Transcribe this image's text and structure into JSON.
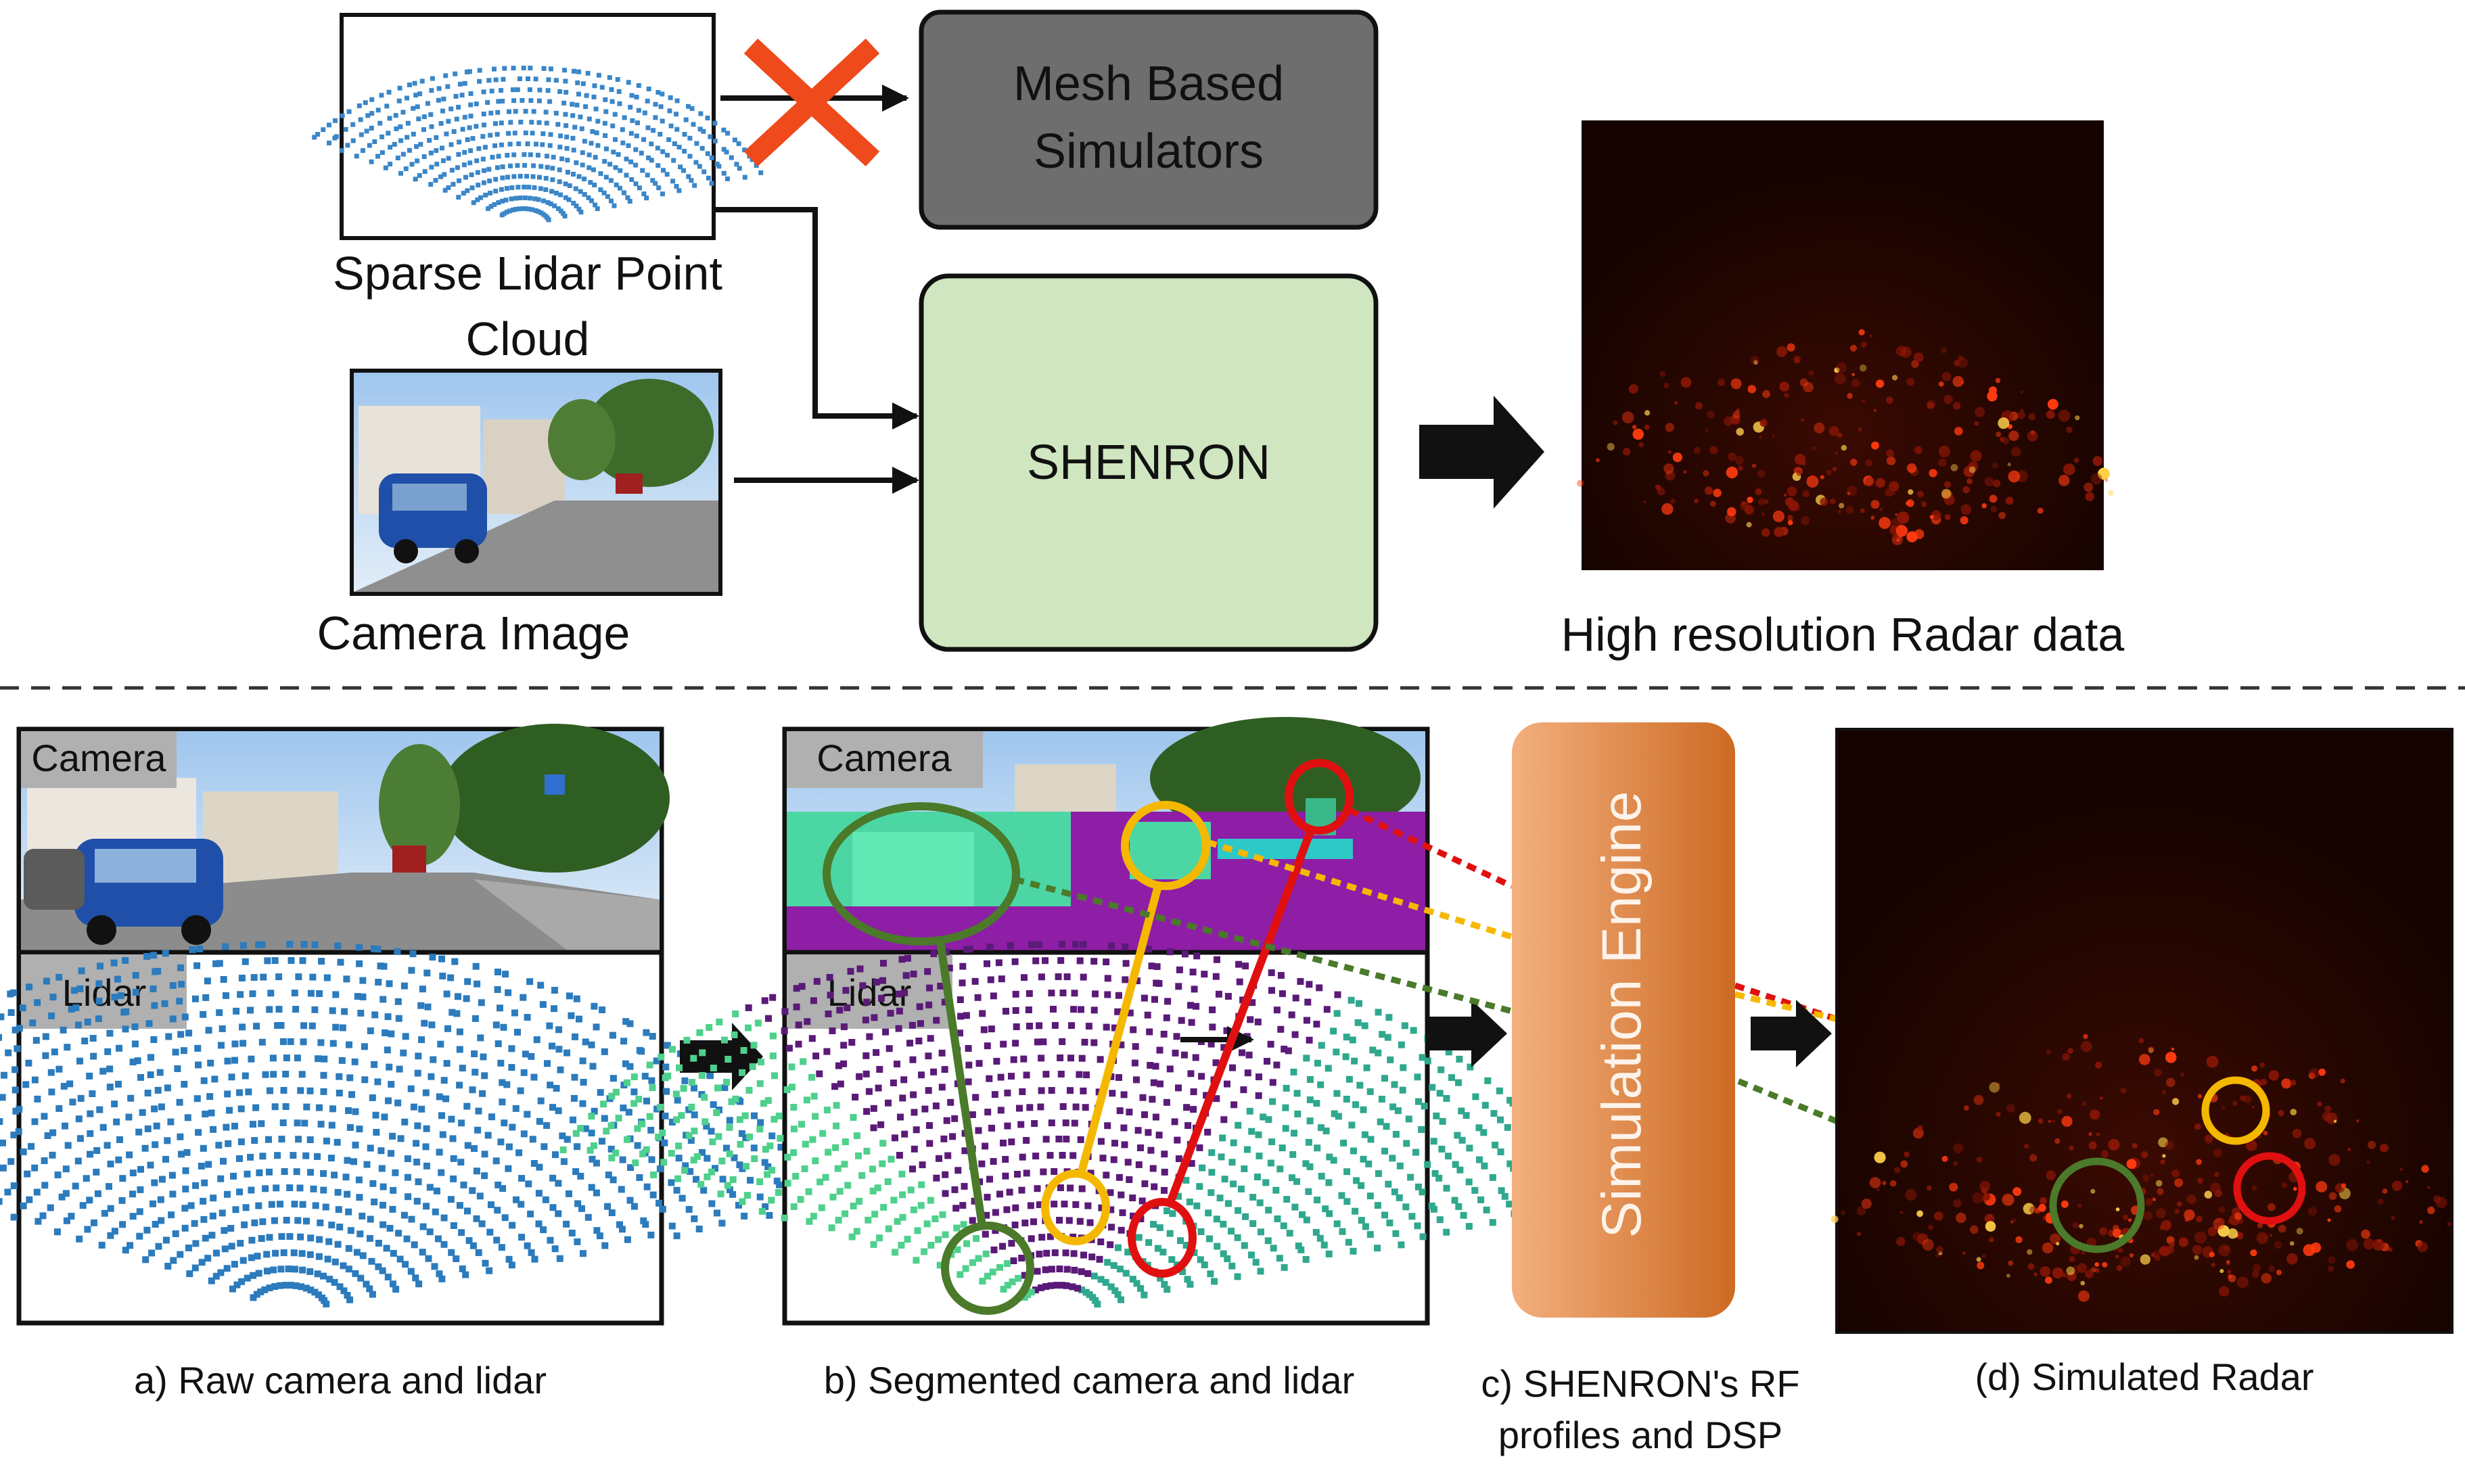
{
  "top": {
    "lidar_caption_line1": "Sparse Lidar Point",
    "lidar_caption_line2": "Cloud",
    "camera_caption": "Camera Image",
    "mesh_box_line1": "Mesh Based",
    "mesh_box_line2": "Simulators",
    "shenron_box": "SHENRON",
    "radar_caption": "High resolution Radar data"
  },
  "bottom": {
    "panel_a": {
      "camera_tag": "Camera",
      "lidar_tag": "Lidar",
      "caption": "a) Raw camera and lidar"
    },
    "panel_b": {
      "camera_tag": "Camera",
      "lidar_tag": "Lidar",
      "caption": "b) Segmented camera and lidar"
    },
    "panel_c": {
      "engine_label": "Simulation Engine",
      "caption_line1": "c) SHENRON's RF",
      "caption_line2": "profiles and DSP"
    },
    "panel_d": {
      "caption": "(d) Simulated Radar"
    }
  },
  "colors": {
    "mesh_box": "#6e6e6e",
    "shenron_box": "#cfe6c0",
    "engine_gradient_start": "#f3b07e",
    "engine_gradient_end": "#cd6a23",
    "lidar_blue": "#2b7bbd",
    "cross_red": "#ee4a1c",
    "highlight_green": "#4a7a2a",
    "highlight_yellow": "#f5b800",
    "highlight_red": "#e01010",
    "radar_background": "#1a0500"
  },
  "icons": [
    "cross-icon",
    "arrow-right-icon",
    "block-arrow-icon"
  ]
}
